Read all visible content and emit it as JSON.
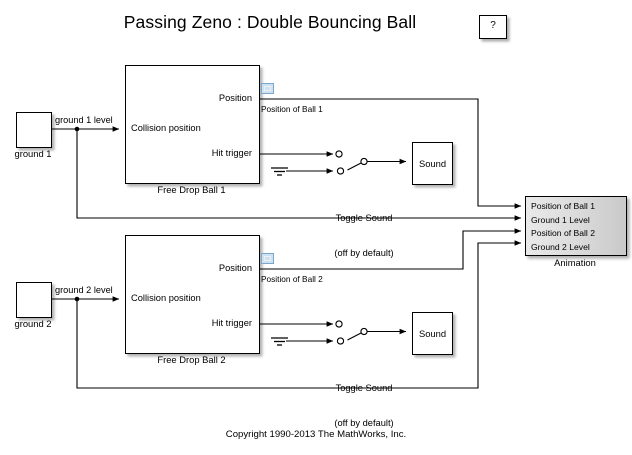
{
  "page": {
    "title": "Passing Zeno : Double Bouncing Ball",
    "copyright": "Copyright 1990-2013 The MathWorks, Inc.",
    "help_label": "?"
  },
  "icons": {
    "help": "question-mark-icon",
    "step_source": "step-waveform-icon",
    "ground": "electrical-ground-icon",
    "manual_switch": "manual-switch-icon",
    "signal_viewer": "scope-viewer-badge-icon"
  },
  "colors": {
    "background": "#ffffff",
    "block_border": "#000000",
    "block_fill": "#ffffff",
    "animation_fill_light": "#e9e9e9",
    "animation_fill_dark": "#c9c9c9",
    "viewer_badge_border": "#7ca7cc",
    "viewer_badge_fill": "#cfe0ef",
    "wire": "#000000"
  },
  "channels": [
    {
      "id": "ball1",
      "source_block": {
        "label": "ground 1"
      },
      "source_signal_label": "ground 1 level",
      "subsystem": {
        "label": "Free Drop Ball 1",
        "input_port": "Collision position",
        "output_ports": [
          "Position",
          "Hit trigger"
        ]
      },
      "viewer_signal_label": "Position of Ball 1",
      "switch": {
        "caption_line1": "Toggle Sound",
        "caption_line2": "(off by default)"
      },
      "sink_block": {
        "label": "Sound"
      }
    },
    {
      "id": "ball2",
      "source_block": {
        "label": "ground 2"
      },
      "source_signal_label": "ground 2 level",
      "subsystem": {
        "label": "Free Drop Ball 2",
        "input_port": "Collision position",
        "output_ports": [
          "Position",
          "Hit trigger"
        ]
      },
      "viewer_signal_label": "Position of Ball 2",
      "switch": {
        "caption_line1": "Toggle Sound",
        "caption_line2": "(off by default)"
      },
      "sink_block": {
        "label": "Sound"
      }
    }
  ],
  "animation": {
    "label": "Animation",
    "ports": [
      "Position of Ball 1",
      "Ground 1 Level",
      "Position of Ball 2",
      "Ground 2 Level"
    ]
  }
}
